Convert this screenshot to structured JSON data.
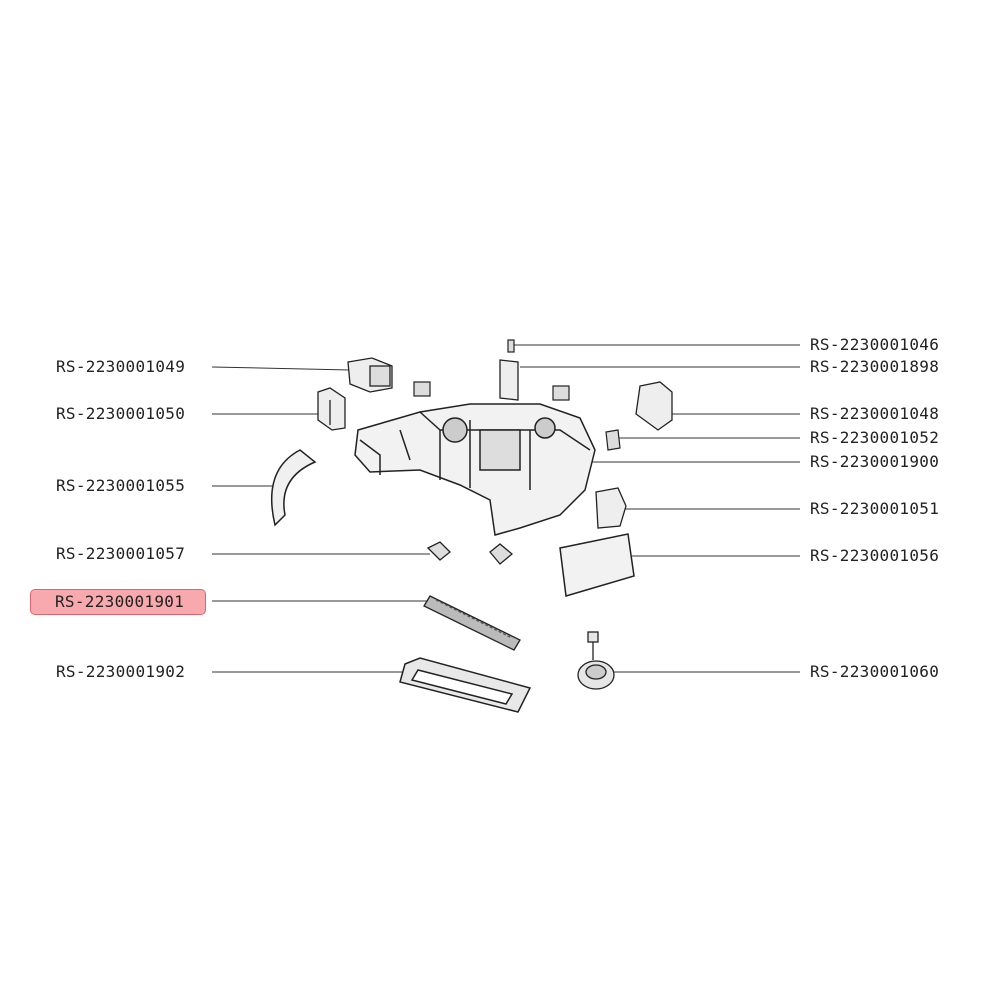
{
  "parts_left": [
    {
      "code": "RS-2230001049"
    },
    {
      "code": "RS-2230001050"
    },
    {
      "code": "RS-2230001055"
    },
    {
      "code": "RS-2230001057"
    },
    {
      "code": "RS-2230001901",
      "highlighted": true
    },
    {
      "code": "RS-2230001902"
    }
  ],
  "parts_right": [
    {
      "code": "RS-2230001046"
    },
    {
      "code": "RS-2230001898"
    },
    {
      "code": "RS-2230001048"
    },
    {
      "code": "RS-2230001052"
    },
    {
      "code": "RS-2230001900"
    },
    {
      "code": "RS-2230001051"
    },
    {
      "code": "RS-2230001056"
    },
    {
      "code": "RS-2230001060"
    }
  ],
  "colors": {
    "highlight_fill": "#f7a9ad",
    "highlight_border": "#e0666e",
    "line": "#333333"
  }
}
